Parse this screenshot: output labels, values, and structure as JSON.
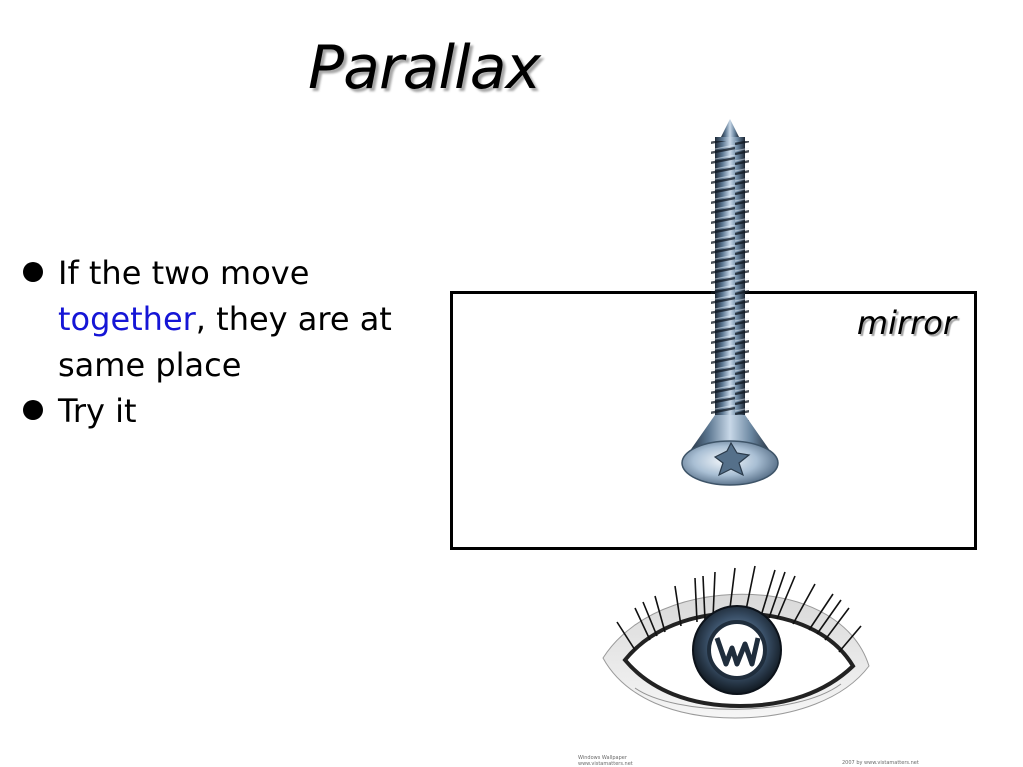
{
  "slide": {
    "title": "Parallax",
    "bullets": [
      {
        "text_before": "If the two move ",
        "highlight": "together",
        "text_after": ", they are at same place"
      },
      {
        "text": "Try it"
      }
    ],
    "mirror_label": "mirror",
    "highlight_color": "#1515d6",
    "images": {
      "screw": "screw-image",
      "eye": "eye-with-wordpress-logo-image"
    },
    "credits": {
      "left_line1": "Windows Wallpaper",
      "left_line2": "www.vistamatters.net",
      "right": "2007 by www.vistamatters.net"
    }
  }
}
